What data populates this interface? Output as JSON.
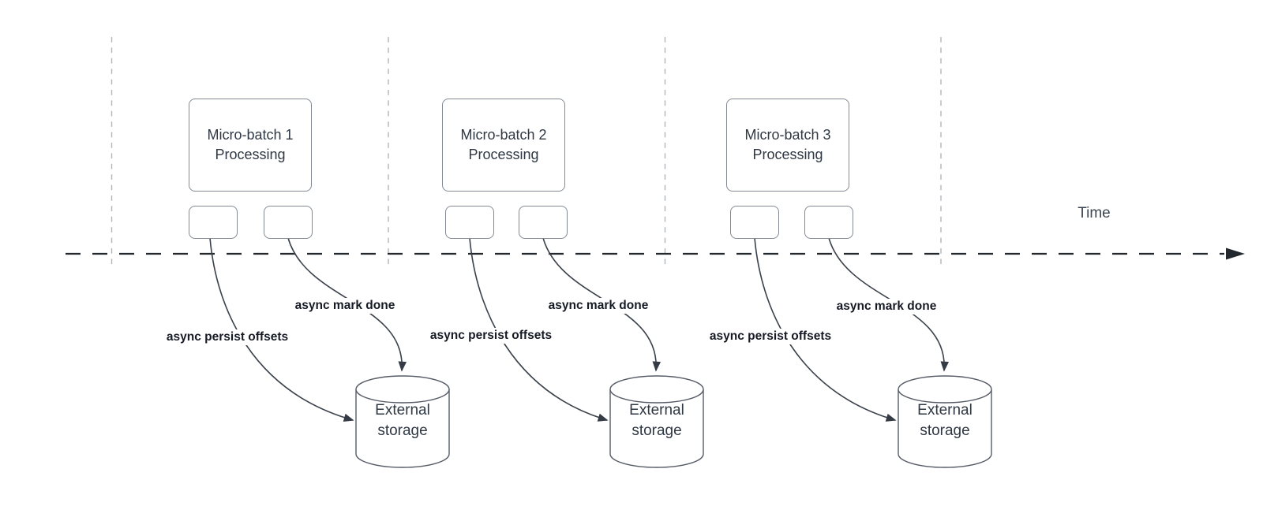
{
  "diagram": {
    "axis": {
      "label": "Time"
    },
    "groups": [
      {
        "batch_line1": "Micro-batch 1",
        "batch_line2": "Processing",
        "persist_label": "async persist offsets",
        "mark_done_label": "async mark done",
        "storage_label": "External storage"
      },
      {
        "batch_line1": "Micro-batch 2",
        "batch_line2": "Processing",
        "persist_label": "async persist offsets",
        "mark_done_label": "async mark done",
        "storage_label": "External storage"
      },
      {
        "batch_line1": "Micro-batch 3",
        "batch_line2": "Processing",
        "persist_label": "async persist offsets",
        "mark_done_label": "async mark done",
        "storage_label": "External storage"
      }
    ],
    "colors": {
      "background": "#ffffff",
      "axis_line": "#23272e",
      "grid_line": "#b1b6bb",
      "connector": "#3b424b",
      "shape_border": "#848a93",
      "cylinder_border": "#565c66",
      "shape_text": "#2f3843",
      "edge_label_text": "#151a24"
    }
  }
}
